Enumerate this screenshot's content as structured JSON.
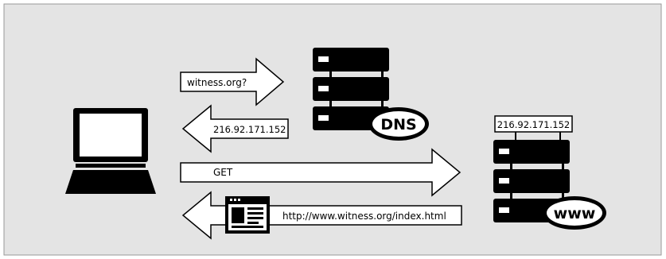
{
  "diagram": {
    "colors": {
      "background": "#e4e4e4",
      "frame": "#999999",
      "ink": "#000000",
      "paper": "#ffffff"
    },
    "messages": {
      "dns_query": "witness.org?",
      "dns_response": "216.92.171.152",
      "http_request": "GET",
      "http_response": "http://www.witness.org/index.html"
    },
    "servers": {
      "dns_label": "DNS",
      "www_label": "www",
      "www_address": "216.92.171.152"
    },
    "icons": {
      "client": "laptop-icon",
      "dns": "server-stack-icon",
      "web": "server-stack-icon",
      "page": "web-page-icon"
    }
  }
}
